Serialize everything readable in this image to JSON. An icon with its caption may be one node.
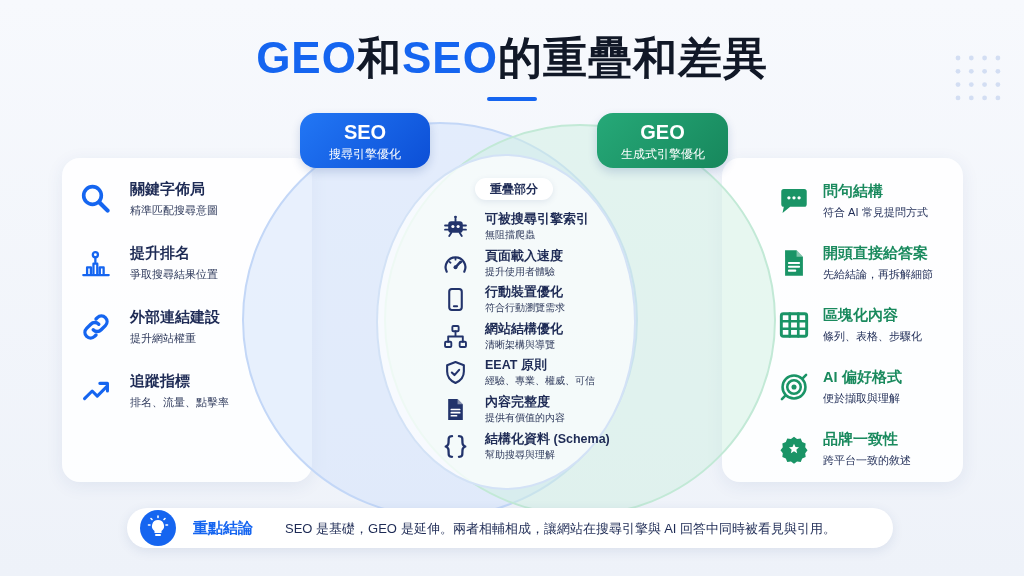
{
  "diagram": {
    "title": "**GEO**和**SEO**的重疊和差異",
    "nodes": [
      {
        "text": [
          "SEO",
          "搜尋引擎優化"
        ]
      },
      {
        "text": [
          "GEO",
          "生成式引擎優化"
        ]
      },
      {
        "text": [
          "關鍵字佈局",
          "精準匹配搜尋意圖",
          "提升排名",
          "爭取搜尋結果位置",
          "外部連結建設",
          "提升網站權重",
          "追蹤指標",
          "排名、流量、點擊率"
        ]
      },
      {
        "text": [
          "可被搜尋引擎索引",
          "無阻擋爬蟲",
          "頁面載入速度",
          "提升使用者體驗",
          "行動裝置優化",
          "符合行動瀏覽需求",
          "網站結構優化",
          "清晰架構與導覽",
          "EEAT 原則",
          "經驗、專業、權威、可信",
          "內容完整度",
          "提供有價值的內容",
          "結構化資料 (Schema)",
          "幫助搜尋與理解"
        ]
      },
      {
        "text": [
          "重疊部分"
        ],
        "in": 3
      },
      {
        "text": [
          "問句結構",
          "符合 AI 常見提問方式",
          "開頭直接給答案",
          "先給結論，再拆解細節",
          "區塊化內容",
          "條列、表格、步驟化",
          "AI 偏好格式",
          "便於擷取與理解",
          "品牌一致性",
          "跨平台一致的敘述"
        ]
      },
      {
        "text": [
          "重點結論",
          "SEO 是基礎，GEO 是延伸。兩者相輔相成，讓網站在搜尋引擎與 AI 回答中同時被看見與引用。"
        ]
      }
    ]
  }
}
